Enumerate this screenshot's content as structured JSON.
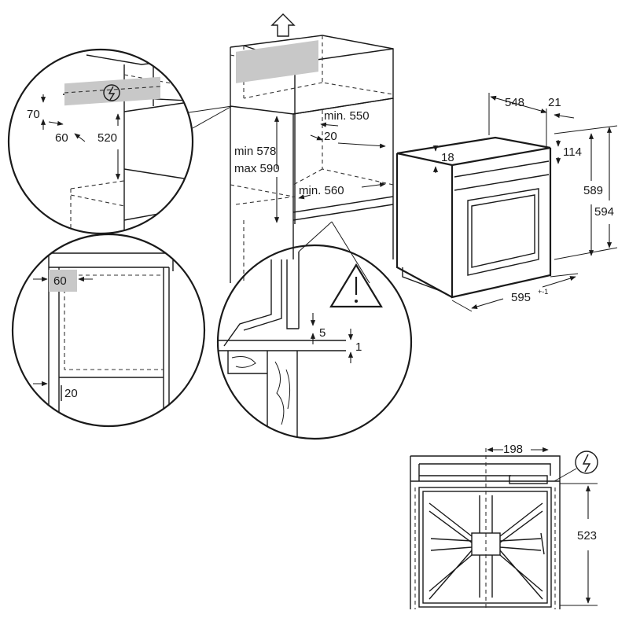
{
  "colors": {
    "line": "#1a1a1a",
    "accent_fill": "#c8c8c8",
    "background": "#ffffff"
  },
  "icons": [
    "up-arrow-icon",
    "plug-icon",
    "warning-triangle-icon"
  ],
  "dimensions": {
    "top_left_detail": {
      "d70": "70",
      "d60": "60",
      "d520": "520"
    },
    "cabinet": {
      "min_height": "min 578",
      "max_height": "max 590",
      "min_depth_top": "min. 550",
      "gap": "20",
      "min_width": "min. 560"
    },
    "appliance": {
      "depth": "548",
      "door": "21",
      "top_gap": "114",
      "front_gap": "18",
      "height_a": "589",
      "height_b": "594",
      "width": "595",
      "width_tol": "+-1"
    },
    "lower_left_detail": {
      "d60": "60",
      "d20": "20"
    },
    "support_detail": {
      "d5": "5",
      "d1": "1"
    },
    "plan_view": {
      "d198": "198",
      "d523": "523"
    }
  }
}
